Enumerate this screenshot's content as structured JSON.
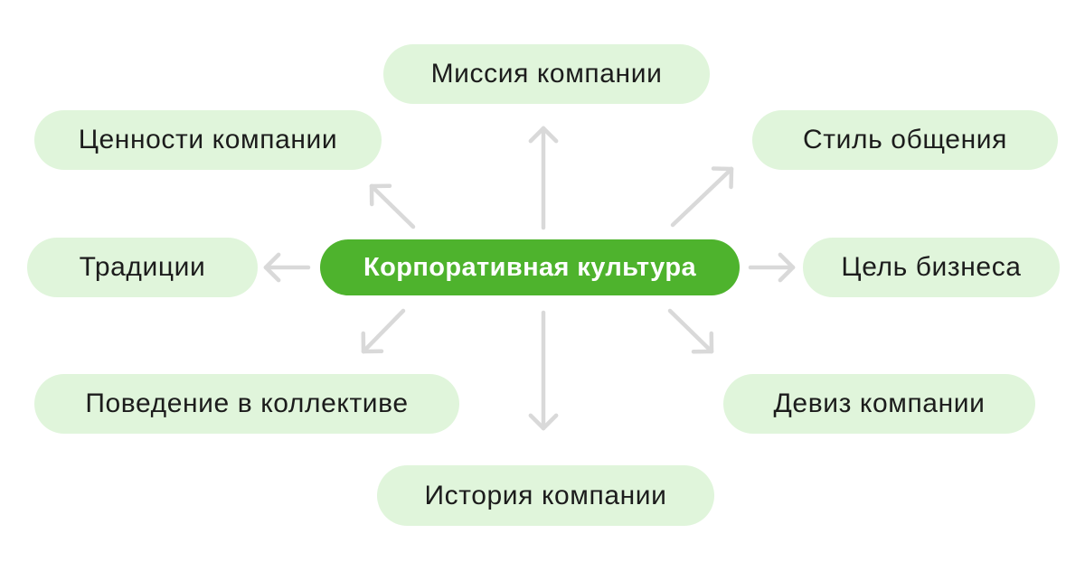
{
  "diagram": {
    "type": "radial-mindmap",
    "center": {
      "id": "corporate-culture",
      "label": "Корпоративная культура"
    },
    "nodes": [
      {
        "id": "mission",
        "label": "Миссия компании",
        "position": "top"
      },
      {
        "id": "values",
        "label": "Ценности компании",
        "position": "top-left"
      },
      {
        "id": "communication-style",
        "label": "Стиль общения",
        "position": "top-right"
      },
      {
        "id": "traditions",
        "label": "Традиции",
        "position": "left"
      },
      {
        "id": "business-goal",
        "label": "Цель бизнеса",
        "position": "right"
      },
      {
        "id": "team-behavior",
        "label": "Поведение в коллективе",
        "position": "bottom-left"
      },
      {
        "id": "company-motto",
        "label": "Девиз компании",
        "position": "bottom-right"
      },
      {
        "id": "company-history",
        "label": "История компании",
        "position": "bottom"
      }
    ],
    "arrows": [
      {
        "direction": "up",
        "from": "corporate-culture",
        "to": "mission"
      },
      {
        "direction": "up-left",
        "from": "corporate-culture",
        "to": "values"
      },
      {
        "direction": "up-right",
        "from": "corporate-culture",
        "to": "communication-style"
      },
      {
        "direction": "left",
        "from": "corporate-culture",
        "to": "traditions"
      },
      {
        "direction": "right",
        "from": "corporate-culture",
        "to": "business-goal"
      },
      {
        "direction": "down-left",
        "from": "corporate-culture",
        "to": "team-behavior"
      },
      {
        "direction": "down-right",
        "from": "corporate-culture",
        "to": "company-motto"
      },
      {
        "direction": "down",
        "from": "corporate-culture",
        "to": "company-history"
      }
    ],
    "colors": {
      "background": "#FFFFFF",
      "center_bg": "#4EB32D",
      "center_text": "#FFFFFF",
      "node_bg": "#E0F5DB",
      "node_text": "#1C1C1C",
      "arrow": "#D9D9D9"
    }
  }
}
